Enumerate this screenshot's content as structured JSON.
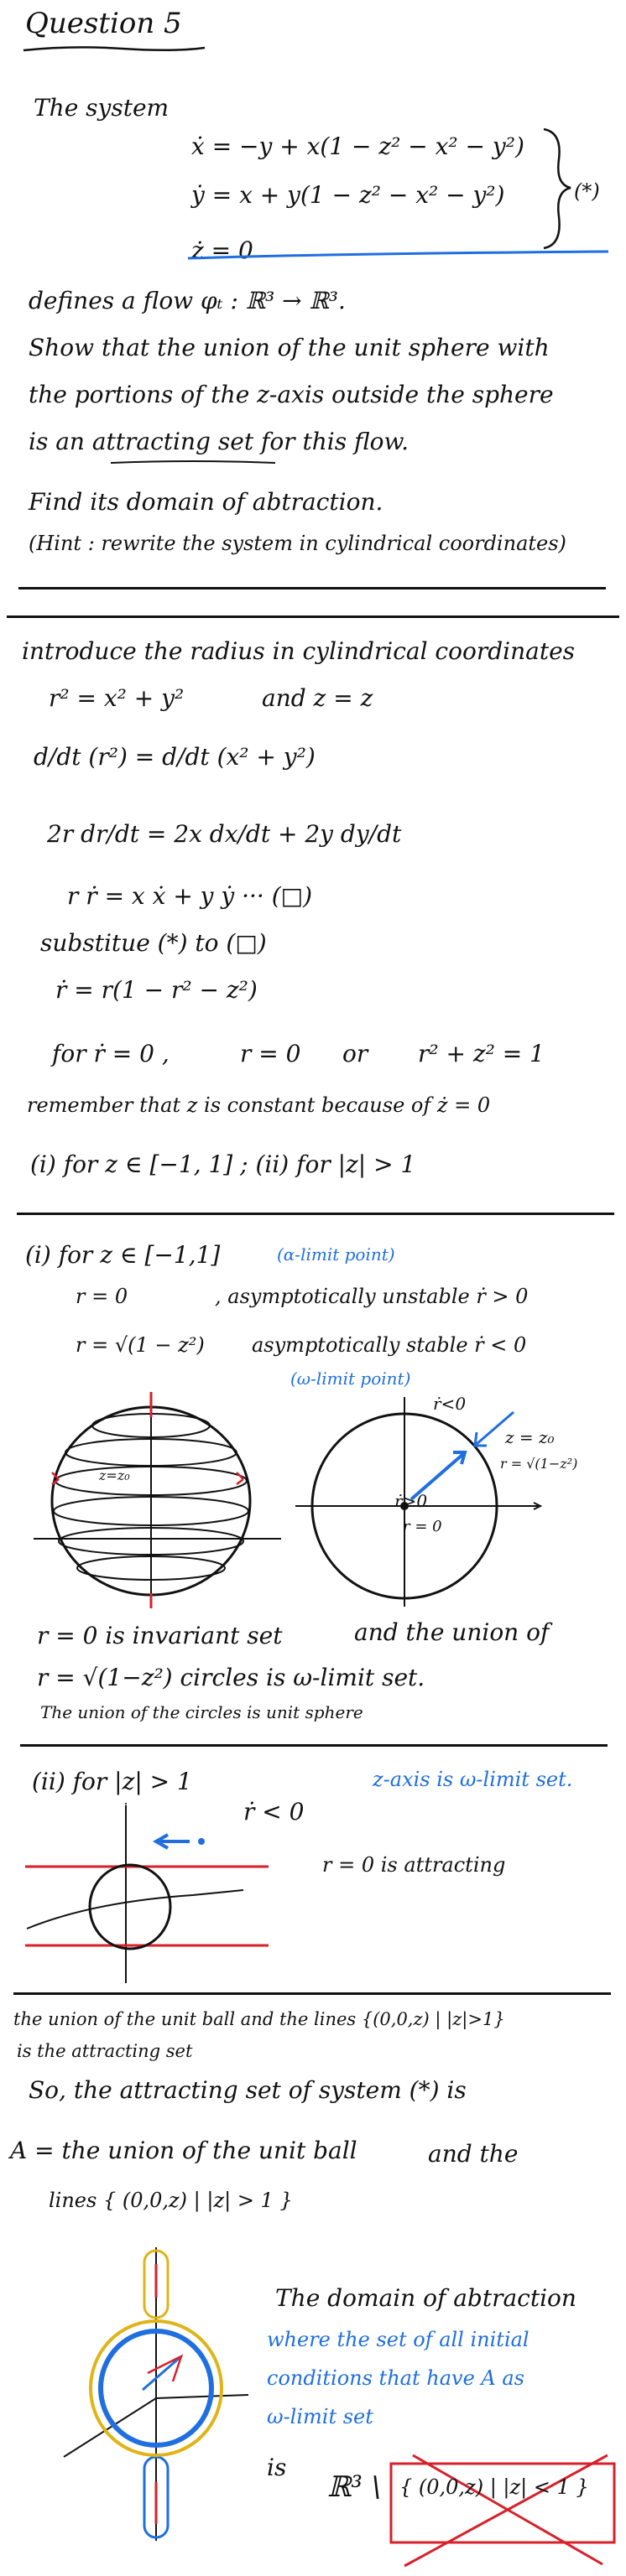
{
  "header": {
    "title": "Question 5"
  },
  "problem": {
    "intro": "The system",
    "eq1": "ẋ = −y + x(1 − z² − x² − y²)",
    "eq2": "ẏ = x + y(1 − z² − x² − y²)",
    "eq3": "ż = 0",
    "tag": "(*)",
    "line1": "defines a flow φₜ : ℝ³ → ℝ³.",
    "line2": "Show that the union of the unit sphere with",
    "line3": "the portions of the z-axis outside the sphere",
    "line4": "is an attracting set for this flow.",
    "line5": "Find its domain of abtraction.",
    "line6": "(Hint : rewrite the system in cylindrical coordinates)"
  },
  "solution": {
    "l1": "introduce the radius in cylindrical coordinates",
    "l2a": "r² = x² + y²",
    "l2b": "and z = z",
    "l3": "d/dt (r²) = d/dt (x² + y²)",
    "l4": "2r dr/dt = 2x dx/dt + 2y dy/dt",
    "l5": "r ṙ  =  x ẋ  +  y ẏ  ··· (□)",
    "l6": "substitue (*) to (□)",
    "l7": "ṙ = r(1 − r² − z²)",
    "l8a": "for ṙ = 0 ,",
    "l8b": "r = 0",
    "l8c": "or",
    "l8d": "r² + z² = 1",
    "l9": "remember that z is constant because of ż = 0",
    "l10": "(i) for z ∈ [−1, 1] ;  (ii) for |z| > 1"
  },
  "case1": {
    "head": "(i) for z ∈ [−1,1]",
    "alpha": "(α-limit point)",
    "r0": "r = 0",
    "r0desc": ",  asymptotically unstable  ṙ > 0",
    "rs": "r = √(1 − z²)",
    "rsdesc": "asymptotically stable  ṙ < 0",
    "omega": "(ω-limit point)",
    "fig_z": "z=z₀",
    "fig_rdot_neg": "ṙ<0",
    "fig_z2": "z = z₀",
    "fig_r": "r = √(1−z²)",
    "fig_rpos": "ṙ>0",
    "fig_r0": "r = 0",
    "inv1a": "r = 0  is invariant set",
    "inv1b": "and  the union of",
    "inv2": "r = √(1−z²)  circles   is   ω-limit set.",
    "inv3": "The union of the circles is unit sphere"
  },
  "case2": {
    "head": "(ii) for |z| > 1",
    "zaxis": "z-axis is ω-limit set.",
    "rdot": "ṙ < 0",
    "attr": "r = 0  is attracting"
  },
  "conclusion": {
    "c1": "the union of the unit ball and the lines {(0,0,z) | |z|>1}",
    "c2": "is the attracting set",
    "c3": "So,   the attracting set of system (*) is",
    "c4a": "A = the union of the unit ball",
    "c4b": "and the",
    "c5": "lines { (0,0,z) | |z| > 1 }",
    "d1": "The domain of abtraction",
    "d2": "where the set of all initial",
    "d3": "conditions that have A as",
    "d4": "ω-limit set",
    "d5": "is",
    "d6": "ℝ³ \\",
    "d7": "{ (0,0,z) | |z| < 1 }"
  }
}
